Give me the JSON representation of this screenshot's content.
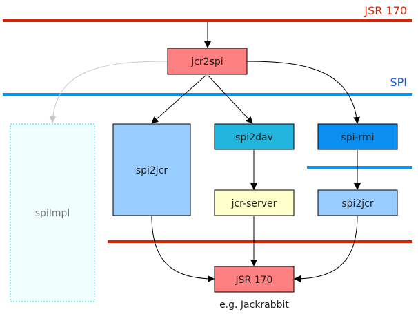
{
  "layers": {
    "jsr170_top": {
      "label": "JSR 170",
      "color": "#dd2200"
    },
    "spi": {
      "label": "SPI",
      "color": "#0a5ae6"
    },
    "spi_line_color": "#0a96f0",
    "jsr170_bottom_color": "#dd2200"
  },
  "nodes": {
    "jcr2spi": {
      "label": "jcr2spi",
      "fill": "#ff8080"
    },
    "spiImpl": {
      "label": "spiImpl",
      "fill": "#effffe",
      "stroke": "#22dfee"
    },
    "spi2jcr_left": {
      "label": "spi2jcr",
      "fill": "#99ccff"
    },
    "spi2dav": {
      "label": "spi2dav",
      "fill": "#22b5dd"
    },
    "spi_rmi": {
      "label": "spi-rmi",
      "fill": "#0a8ef0"
    },
    "jcr_server": {
      "label": "jcr-server",
      "fill": "#ffffcc"
    },
    "spi2jcr_right": {
      "label": "spi2jcr",
      "fill": "#99ccff"
    },
    "jsr170": {
      "label": "JSR 170",
      "fill": "#ff8080"
    }
  },
  "caption": "e.g. Jackrabbit"
}
